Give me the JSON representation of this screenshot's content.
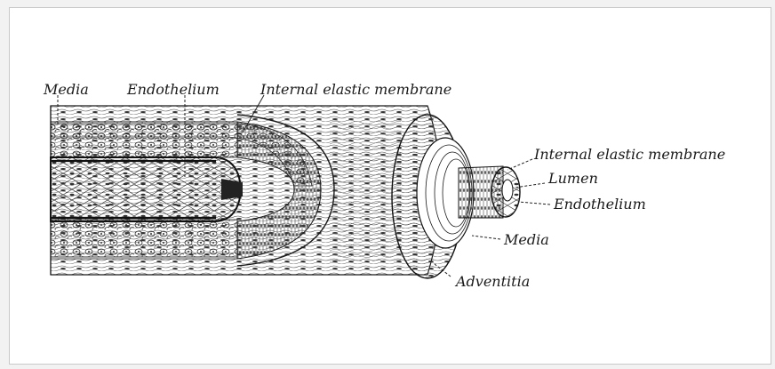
{
  "labels": {
    "media_left": "Media",
    "endothelium_top": "Endothelium",
    "internal_elastic_top": "Internal elastic membrane",
    "internal_elastic_right": "Internal elastic membrane",
    "lumen": "Lumen",
    "endothelium_right": "Endothelium",
    "media_right": "Media",
    "adventitia": "Adventitia"
  }
}
